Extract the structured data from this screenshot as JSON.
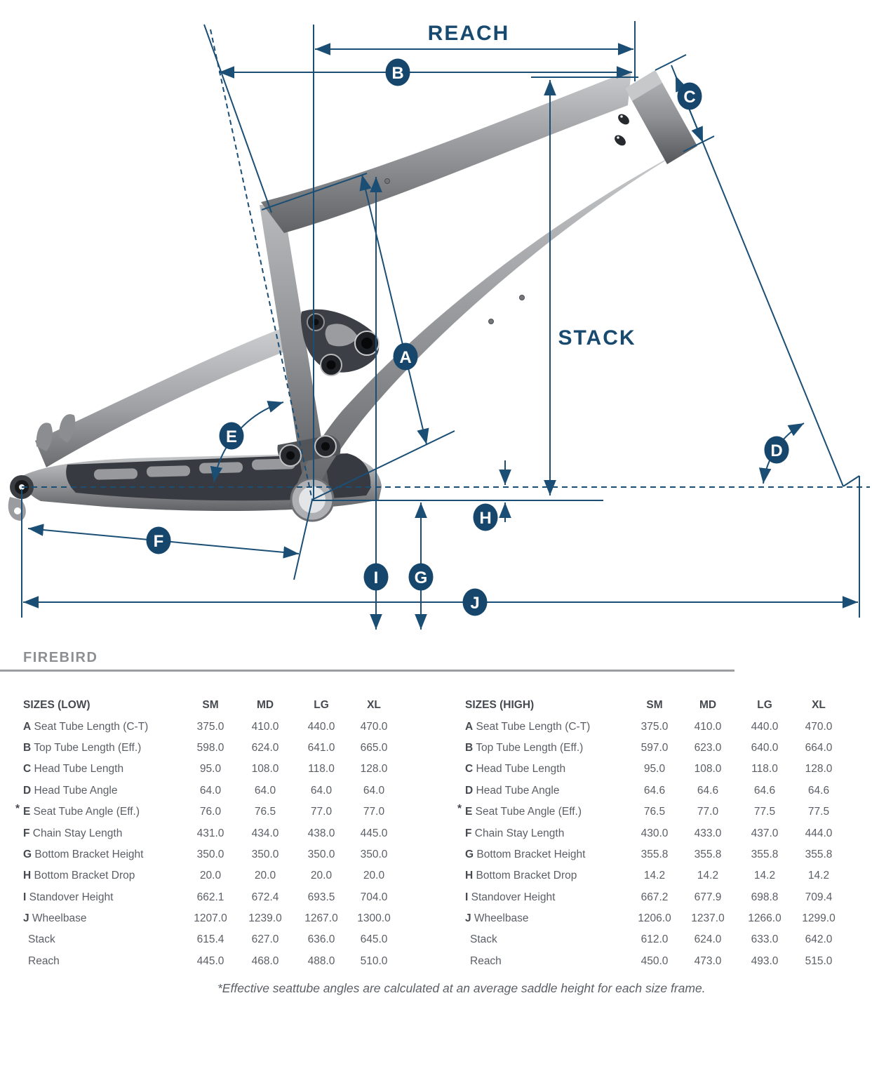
{
  "title": "FIREBIRD",
  "diagram": {
    "reach_label": "REACH",
    "stack_label": "STACK",
    "badges": {
      "a": "A",
      "b": "B",
      "c": "C",
      "d": "D",
      "e": "E",
      "f": "F",
      "g": "G",
      "h": "H",
      "i": "I",
      "j": "J"
    }
  },
  "tables": [
    {
      "title": "SIZES (LOW)",
      "columns": [
        "SM",
        "MD",
        "LG",
        "XL"
      ],
      "rows": [
        {
          "key": "A",
          "label": "Seat Tube Length (C-T)",
          "star": false,
          "values": [
            "375.0",
            "410.0",
            "440.0",
            "470.0"
          ]
        },
        {
          "key": "B",
          "label": "Top Tube Length (Eff.)",
          "star": false,
          "values": [
            "598.0",
            "624.0",
            "641.0",
            "665.0"
          ]
        },
        {
          "key": "C",
          "label": "Head Tube Length",
          "star": false,
          "values": [
            "95.0",
            "108.0",
            "118.0",
            "128.0"
          ]
        },
        {
          "key": "D",
          "label": "Head Tube Angle",
          "star": false,
          "values": [
            "64.0",
            "64.0",
            "64.0",
            "64.0"
          ]
        },
        {
          "key": "E",
          "label": "Seat Tube Angle (Eff.)",
          "star": true,
          "values": [
            "76.0",
            "76.5",
            "77.0",
            "77.0"
          ]
        },
        {
          "key": "F",
          "label": "Chain Stay Length",
          "star": false,
          "values": [
            "431.0",
            "434.0",
            "438.0",
            "445.0"
          ]
        },
        {
          "key": "G",
          "label": "Bottom Bracket Height",
          "star": false,
          "values": [
            "350.0",
            "350.0",
            "350.0",
            "350.0"
          ]
        },
        {
          "key": "H",
          "label": "Bottom Bracket Drop",
          "star": false,
          "values": [
            "20.0",
            "20.0",
            "20.0",
            "20.0"
          ]
        },
        {
          "key": "I",
          "label": "Standover Height",
          "star": false,
          "values": [
            "662.1",
            "672.4",
            "693.5",
            "704.0"
          ]
        },
        {
          "key": "J",
          "label": "Wheelbase",
          "star": false,
          "values": [
            "1207.0",
            "1239.0",
            "1267.0",
            "1300.0"
          ]
        },
        {
          "key": "",
          "label": "Stack",
          "star": false,
          "values": [
            "615.4",
            "627.0",
            "636.0",
            "645.0"
          ]
        },
        {
          "key": "",
          "label": "Reach",
          "star": false,
          "values": [
            "445.0",
            "468.0",
            "488.0",
            "510.0"
          ]
        }
      ]
    },
    {
      "title": "SIZES (HIGH)",
      "columns": [
        "SM",
        "MD",
        "LG",
        "XL"
      ],
      "rows": [
        {
          "key": "A",
          "label": "Seat Tube Length (C-T)",
          "star": false,
          "values": [
            "375.0",
            "410.0",
            "440.0",
            "470.0"
          ]
        },
        {
          "key": "B",
          "label": "Top Tube Length (Eff.)",
          "star": false,
          "values": [
            "597.0",
            "623.0",
            "640.0",
            "664.0"
          ]
        },
        {
          "key": "C",
          "label": "Head Tube Length",
          "star": false,
          "values": [
            "95.0",
            "108.0",
            "118.0",
            "128.0"
          ]
        },
        {
          "key": "D",
          "label": "Head Tube Angle",
          "star": false,
          "values": [
            "64.6",
            "64.6",
            "64.6",
            "64.6"
          ]
        },
        {
          "key": "E",
          "label": "Seat Tube Angle (Eff.)",
          "star": true,
          "values": [
            "76.5",
            "77.0",
            "77.5",
            "77.5"
          ]
        },
        {
          "key": "F",
          "label": "Chain Stay Length",
          "star": false,
          "values": [
            "430.0",
            "433.0",
            "437.0",
            "444.0"
          ]
        },
        {
          "key": "G",
          "label": "Bottom Bracket Height",
          "star": false,
          "values": [
            "355.8",
            "355.8",
            "355.8",
            "355.8"
          ]
        },
        {
          "key": "H",
          "label": "Bottom Bracket Drop",
          "star": false,
          "values": [
            "14.2",
            "14.2",
            "14.2",
            "14.2"
          ]
        },
        {
          "key": "I",
          "label": "Standover Height",
          "star": false,
          "values": [
            "667.2",
            "677.9",
            "698.8",
            "709.4"
          ]
        },
        {
          "key": "J",
          "label": "Wheelbase",
          "star": false,
          "values": [
            "1206.0",
            "1237.0",
            "1266.0",
            "1299.0"
          ]
        },
        {
          "key": "",
          "label": "Stack",
          "star": false,
          "values": [
            "612.0",
            "624.0",
            "633.0",
            "642.0"
          ]
        },
        {
          "key": "",
          "label": "Reach",
          "star": false,
          "values": [
            "450.0",
            "473.0",
            "493.0",
            "515.0"
          ]
        }
      ]
    }
  ],
  "footnote": "*Effective seattube angles are calculated at an average saddle height for each size frame.",
  "colors": {
    "accent": "#1b4e75",
    "badge": "#16466b",
    "table_text": "#5b5f65",
    "heading_gray": "#8d9093"
  }
}
